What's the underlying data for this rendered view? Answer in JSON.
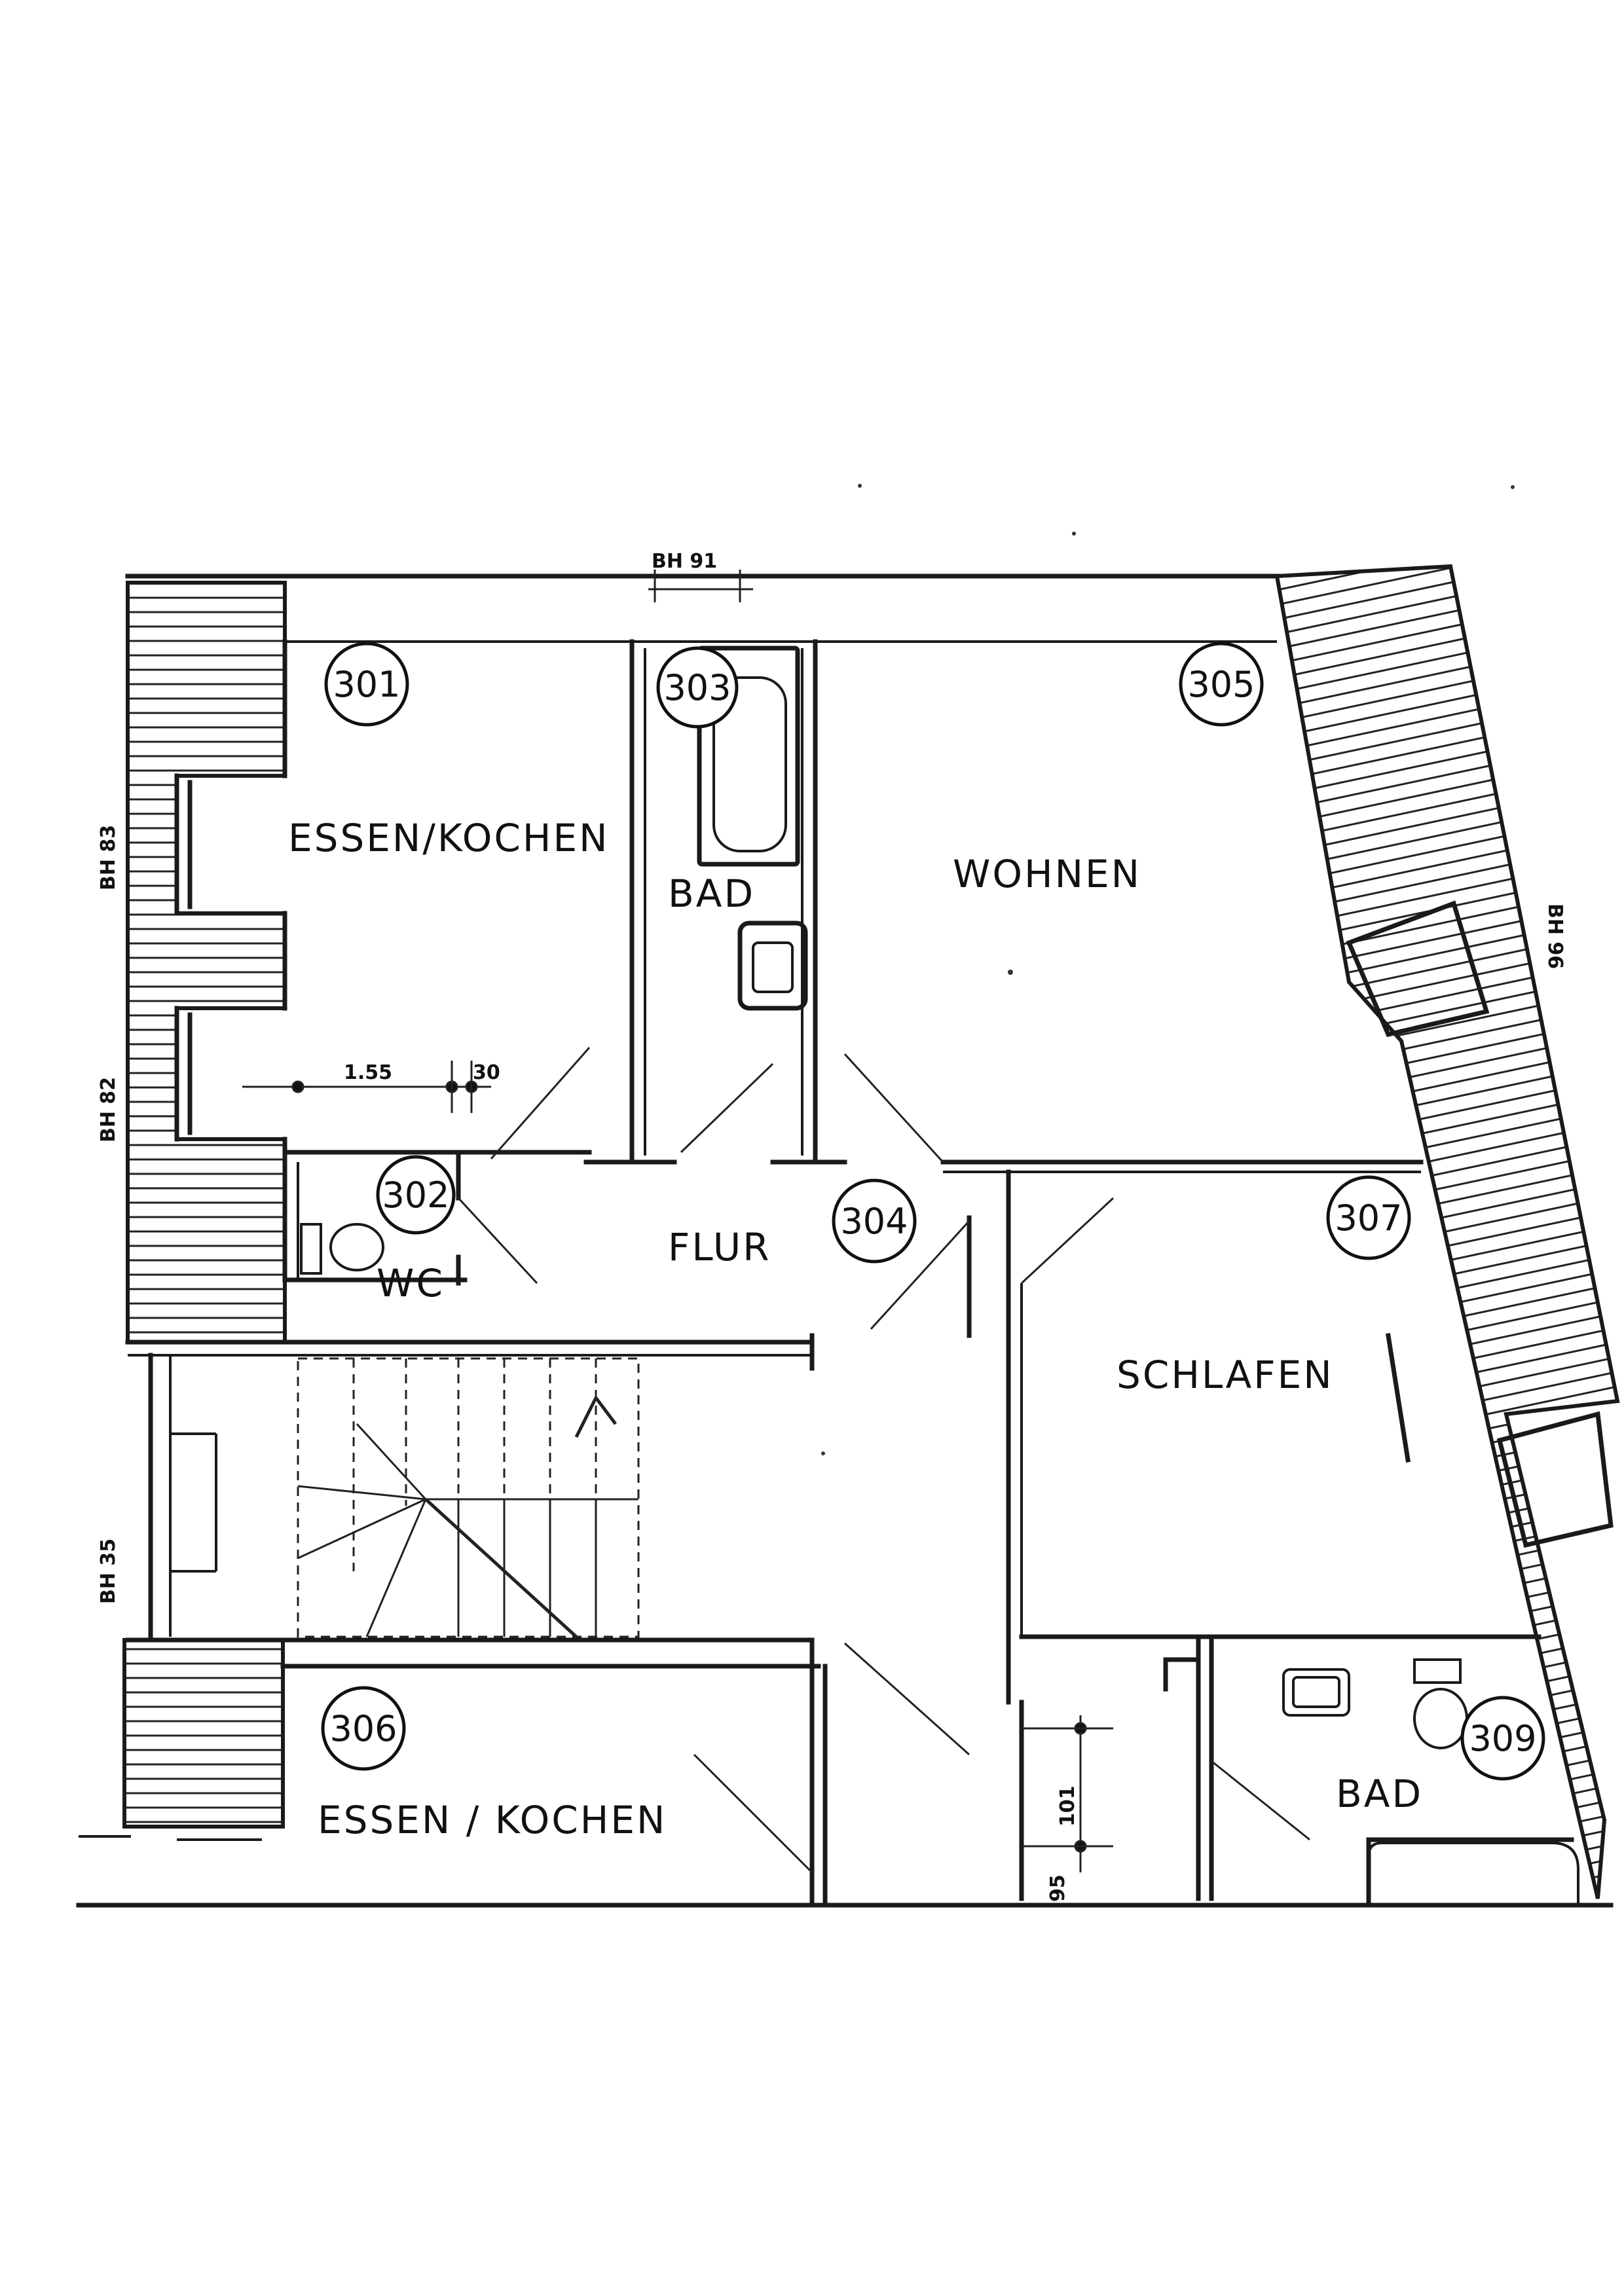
{
  "rooms": [
    {
      "name": "ESSEN/KOCHEN",
      "number": "301"
    },
    {
      "name": "WC",
      "number": "302"
    },
    {
      "name": "BAD",
      "number": "303"
    },
    {
      "name": "FLUR",
      "number": "304"
    },
    {
      "name": "WOHNEN",
      "number": "305"
    },
    {
      "name": "ESSEN / KOCHEN",
      "number": "306"
    },
    {
      "name": "SCHLAFEN",
      "number": "307"
    },
    {
      "name": "BAD",
      "number": "309"
    }
  ],
  "dimensions": {
    "bh_top": "BH 91",
    "bh_83": "BH 83",
    "bh_82": "BH 82",
    "bh_35": "BH 35",
    "bh_right": "BH 96",
    "d1": "1.55",
    "d2": "30",
    "d3": "101",
    "d4": "95"
  }
}
